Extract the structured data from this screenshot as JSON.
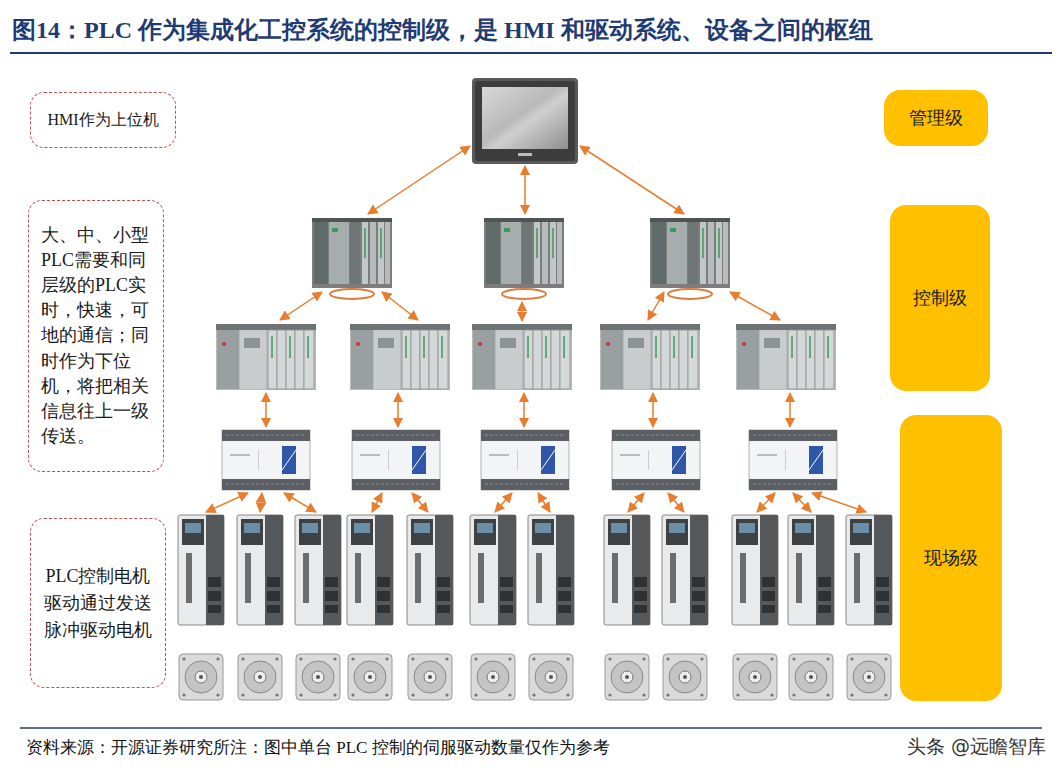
{
  "diagram": {
    "title": "图14：PLC 作为集成化工控系统的控制级，是 HMI 和驱动系统、设备之间的枢纽",
    "caption": "资料来源：开源证券研究所注：图中单台 PLC 控制的伺服驱动数量仅作为参考",
    "nodes": [
      {
        "text": [
          "HMI作为上位机"
        ]
      },
      {
        "text": [
          "管理级"
        ]
      },
      {
        "text": [
          "大、中、小型PLC需要和同层级的PLC实时，快速，可地的通信；同时作为下位机，将把相关信息往上一级传送。"
        ]
      },
      {
        "text": [
          "控制级"
        ]
      },
      {
        "text": [
          "PLC控制电机驱动通过发送脉冲驱动电机"
        ]
      },
      {
        "text": [
          "现场级"
        ]
      }
    ],
    "labels": [
      "头条 @远瞻智库"
    ]
  }
}
